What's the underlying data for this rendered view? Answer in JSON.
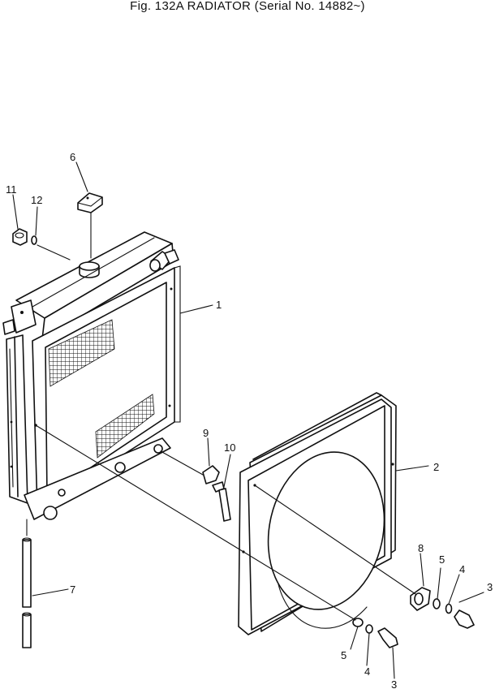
{
  "figure": {
    "title": "Fig. 132A  RADIATOR (Serial No. 14882~)"
  },
  "parts": [
    {
      "id": "radiator",
      "number": "1"
    },
    {
      "id": "fan-shroud",
      "number": "2"
    },
    {
      "id": "bolt-right",
      "number": "3"
    },
    {
      "id": "bolt-bottom",
      "number": "3"
    },
    {
      "id": "spring-washer-right",
      "number": "4"
    },
    {
      "id": "spring-washer-bottom",
      "number": "4"
    },
    {
      "id": "washer-right",
      "number": "5"
    },
    {
      "id": "washer-bottom",
      "number": "5"
    },
    {
      "id": "radiator-cap",
      "number": "6"
    },
    {
      "id": "hose",
      "number": "7"
    },
    {
      "id": "clip",
      "number": "8"
    },
    {
      "id": "drain-cock",
      "number": "9"
    },
    {
      "id": "drain-hose",
      "number": "10"
    },
    {
      "id": "plug",
      "number": "11"
    },
    {
      "id": "o-ring",
      "number": "12"
    }
  ]
}
